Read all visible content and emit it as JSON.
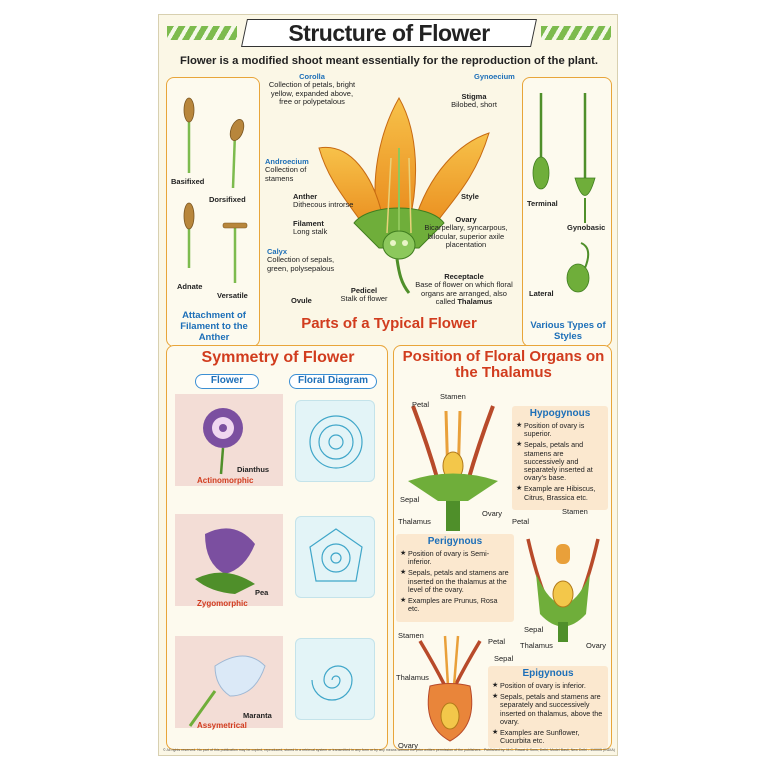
{
  "title": "Structure of Flower",
  "subtitle": "Flower is a modified shoot meant essentially for the reproduction of the plant.",
  "attachment": {
    "title": "Attachment of Filament to the Anther",
    "types": [
      "Basifixed",
      "Dorsifixed",
      "Adnate",
      "Versatile"
    ]
  },
  "typical": {
    "title": "Parts of a Typical Flower",
    "corolla": {
      "head": "Corolla",
      "text": "Collection of petals, bright yellow, expanded above, free or polypetalous"
    },
    "androecium": {
      "head": "Androecium",
      "text": "Collection of stamens"
    },
    "anther": {
      "head": "Anther",
      "text": "Dithecous introrse"
    },
    "filament": {
      "head": "Filament",
      "text": "Long stalk"
    },
    "calyx": {
      "head": "Calyx",
      "text": "Collection of sepals, green, polysepalous"
    },
    "ovule": "Ovule",
    "pedicel": {
      "head": "Pedicel",
      "text": "Stalk of flower"
    },
    "gynoecium": {
      "head": "Gynoecium"
    },
    "stigma": {
      "head": "Stigma",
      "text": "Bilobed, short"
    },
    "style": "Style",
    "ovary": {
      "head": "Ovary",
      "text": "Bicarpellary, syncarpous, bilocular, superior axile placentation"
    },
    "receptacle": {
      "head": "Receptacle",
      "text": "Base of flower on which floral organs are arranged, also called",
      "bold": "Thalamus"
    }
  },
  "styles": {
    "title": "Various Types of Styles",
    "types": [
      "Terminal",
      "Gynobasic",
      "Lateral"
    ]
  },
  "symmetry": {
    "title": "Symmetry of Flower",
    "col_flower": "Flower",
    "col_diagram": "Floral Diagram",
    "rows": [
      {
        "name": "Dianthus",
        "type": "Actinomorphic"
      },
      {
        "name": "Pea",
        "type": "Zygomorphic"
      },
      {
        "name": "Maranta",
        "type": "Assymetrical"
      }
    ]
  },
  "position": {
    "title": "Position of Floral Organs on the Thalamus",
    "hypogynous": {
      "title": "Hypogynous",
      "points": [
        "Position of ovary is superior.",
        "Sepals, petals and stamens are successively and separately inserted at ovary's base.",
        "Example are Hibiscus, Citrus, Brassica etc."
      ],
      "labels": {
        "petal": "Petal",
        "stamen": "Stamen",
        "sepal": "Sepal",
        "ovary": "Ovary",
        "thalamus": "Thalamus"
      }
    },
    "perigynous": {
      "title": "Perigynous",
      "points": [
        "Position of ovary is Semi-inferior.",
        "Sepals, petals and stamens are inserted on the thalamus at the level of the ovary.",
        "Examples are Prunus, Rosa etc."
      ],
      "labels": {
        "petal": "Petal",
        "stamen": "Stamen",
        "sepal": "Sepal",
        "ovary": "Ovary",
        "thalamus": "Thalamus"
      }
    },
    "epigynous": {
      "title": "Epigynous",
      "points": [
        "Position of ovary is inferior.",
        "Sepals, petals and stamens are separately and successively inserted on thalamus, above the ovary.",
        "Examples are Sunflower, Cucurbita etc."
      ],
      "labels": {
        "stamen": "Stamen",
        "petal": "Petal",
        "sepal": "Sepal",
        "thalamus": "Thalamus",
        "ovary": "Ovary"
      }
    }
  },
  "footer": {
    "left": "© All rights reserved. No part of this publication may be copied, reproduced, stored in a retrieval system or transmitted in any form or by any means without the prior written permission of the publishers.",
    "right": "Published by: M.C. Rawat & Sons, Delhi, Model Basti, New Delhi - 110005 (INDIA)"
  },
  "colors": {
    "accent_orange": "#e8a53a",
    "title_red": "#d13c1e",
    "heading_blue": "#1d6fb8",
    "panel_bg": "#fdfaee"
  }
}
